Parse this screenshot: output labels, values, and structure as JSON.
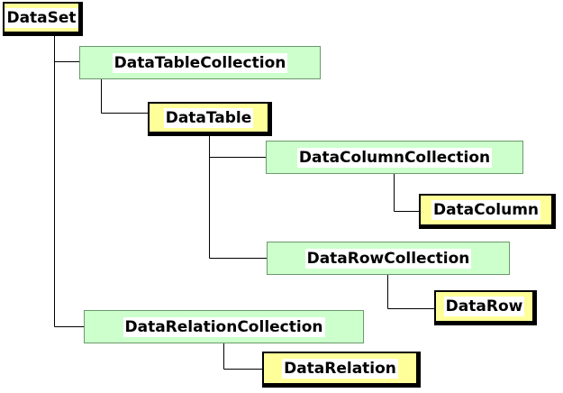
{
  "diagram": {
    "nodes": {
      "dataset": "DataSet",
      "datatable_collection": "DataTableCollection",
      "datatable": "DataTable",
      "datacolumn_collection": "DataColumnCollection",
      "datacolumn": "DataColumn",
      "datarow_collection": "DataRowCollection",
      "datarow": "DataRow",
      "datarelation_collection": "DataRelationCollection",
      "datarelation": "DataRelation"
    },
    "colors": {
      "object_fill": "#ffff99",
      "collection_fill": "#ccffcc",
      "collection_border": "#6a9a6a"
    }
  }
}
